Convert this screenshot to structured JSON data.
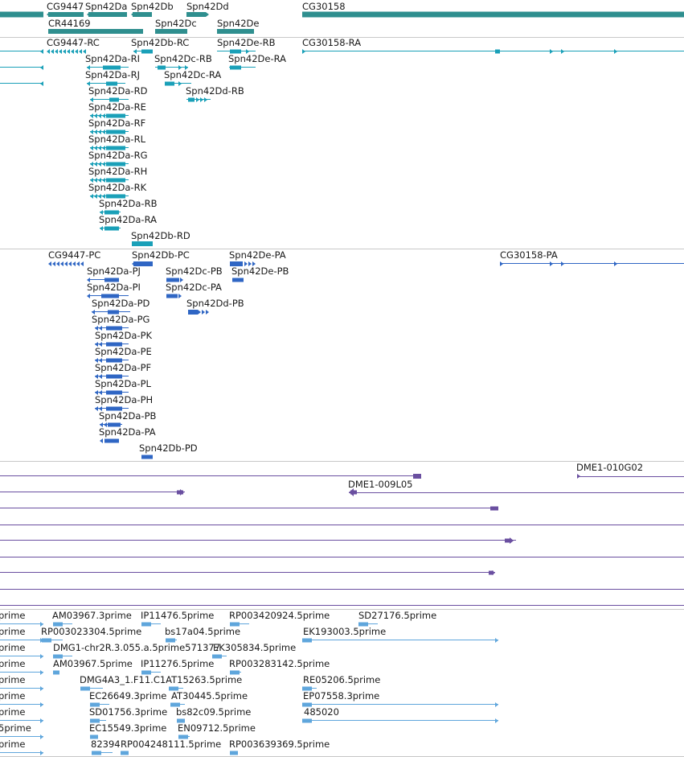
{
  "colors": {
    "gene": "#2f8f8f",
    "transcript": "#1aa0b8",
    "protein": "#2f66c4",
    "clone": "#6a4fa0",
    "est": "#5fa6dc",
    "divider": "#c8c8c8"
  },
  "gene_track": {
    "labels": [
      {
        "text": "CG9447"
      },
      {
        "text": "Spn42Da"
      },
      {
        "text": "Spn42Db"
      },
      {
        "text": "Spn42Dd"
      },
      {
        "text": "CG30158"
      },
      {
        "text": "CR44169"
      },
      {
        "text": "Spn42Dc"
      },
      {
        "text": "Spn42De"
      }
    ]
  },
  "transcript_track": {
    "labels": [
      {
        "text": "CG9447-RC"
      },
      {
        "text": "Spn42Db-RC"
      },
      {
        "text": "Spn42De-RB"
      },
      {
        "text": "CG30158-RA"
      },
      {
        "text": "Spn42Da-RI"
      },
      {
        "text": "Spn42Dc-RB"
      },
      {
        "text": "Spn42De-RA"
      },
      {
        "text": "Spn42Da-RJ"
      },
      {
        "text": "Spn42Dc-RA"
      },
      {
        "text": "Spn42Da-RD"
      },
      {
        "text": "Spn42Dd-RB"
      },
      {
        "text": "Spn42Da-RE"
      },
      {
        "text": "Spn42Da-RF"
      },
      {
        "text": "Spn42Da-RL"
      },
      {
        "text": "Spn42Da-RG"
      },
      {
        "text": "Spn42Da-RH"
      },
      {
        "text": "Spn42Da-RK"
      },
      {
        "text": "Spn42Da-RB"
      },
      {
        "text": "Spn42Da-RA"
      },
      {
        "text": "Spn42Db-RD"
      }
    ]
  },
  "protein_track": {
    "labels": [
      {
        "text": "CG9447-PC"
      },
      {
        "text": "Spn42Db-PC"
      },
      {
        "text": "Spn42De-PA"
      },
      {
        "text": "CG30158-PA"
      },
      {
        "text": "Spn42Da-PJ"
      },
      {
        "text": "Spn42Dc-PB"
      },
      {
        "text": "Spn42De-PB"
      },
      {
        "text": "Spn42Da-PI"
      },
      {
        "text": "Spn42Dc-PA"
      },
      {
        "text": "Spn42Da-PD"
      },
      {
        "text": "Spn42Dd-PB"
      },
      {
        "text": "Spn42Da-PG"
      },
      {
        "text": "Spn42Da-PK"
      },
      {
        "text": "Spn42Da-PE"
      },
      {
        "text": "Spn42Da-PF"
      },
      {
        "text": "Spn42Da-PL"
      },
      {
        "text": "Spn42Da-PH"
      },
      {
        "text": "Spn42Da-PB"
      },
      {
        "text": "Spn42Da-PA"
      },
      {
        "text": "Spn42Db-PD"
      }
    ]
  },
  "clone_track": {
    "labels": [
      {
        "text": "DME1-010G02"
      },
      {
        "text": "DME1-009L05"
      }
    ]
  },
  "est_track": {
    "labels": [
      {
        "text": "prime"
      },
      {
        "text": "AM03967.3prime"
      },
      {
        "text": "IP11476.5prime"
      },
      {
        "text": "RP003420924.5prime"
      },
      {
        "text": "SD27176.5prime"
      },
      {
        "text": "prime"
      },
      {
        "text": "RP003023304.5prime"
      },
      {
        "text": "bs17a04.5prime"
      },
      {
        "text": "EK193003.5prime"
      },
      {
        "text": "prime"
      },
      {
        "text": "DMG1-chr2R.3.055.a.5prime571377"
      },
      {
        "text": "EK305834.5prime"
      },
      {
        "text": "prime"
      },
      {
        "text": "AM03967.5prime"
      },
      {
        "text": "IP11276.5prime"
      },
      {
        "text": "RP003283142.5prime"
      },
      {
        "text": "prime"
      },
      {
        "text": "DMG4A3_1.F11.C1AT15263.5prime"
      },
      {
        "text": "RE05206.5prime"
      },
      {
        "text": "prime"
      },
      {
        "text": "EC26649.3prime"
      },
      {
        "text": "AT30445.5prime"
      },
      {
        "text": "EP07558.3prime"
      },
      {
        "text": "prime"
      },
      {
        "text": "SD01756.3prime"
      },
      {
        "text": "bs82c09.5prime"
      },
      {
        "text": "485020"
      },
      {
        "text": "5prime"
      },
      {
        "text": "EC15549.3prime"
      },
      {
        "text": "EN09712.5prime"
      },
      {
        "text": "prime"
      },
      {
        "text": "82394"
      },
      {
        "text": "RP004248111.5prime"
      },
      {
        "text": "RP003639369.5prime"
      }
    ]
  }
}
